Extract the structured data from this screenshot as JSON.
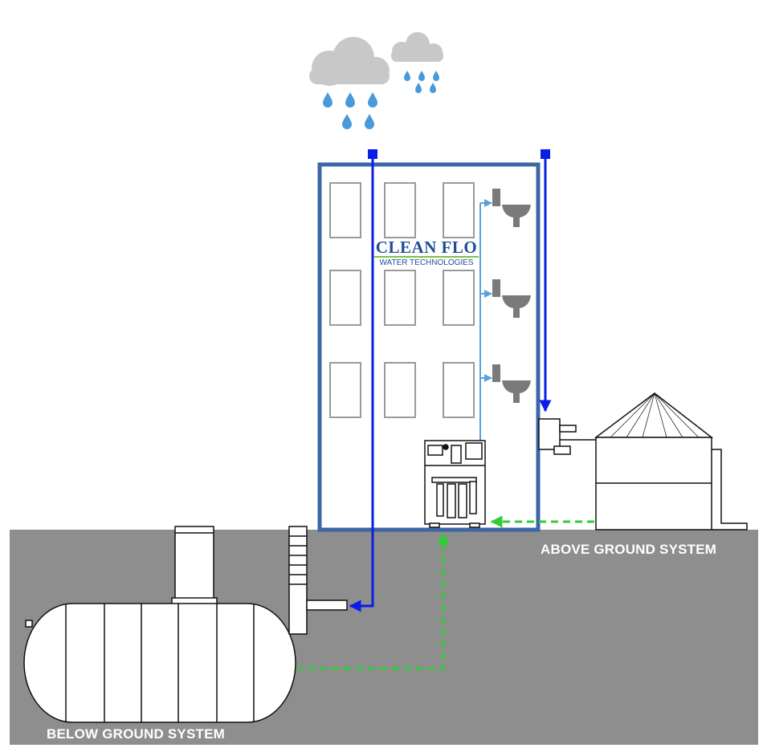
{
  "labels": {
    "above_ground": "ABOVE GROUND SYSTEM",
    "below_ground": "BELOW GROUND SYSTEM"
  },
  "logo": {
    "name": "CLEAN FLO",
    "tagline": "WATER TECHNOLOGIES"
  },
  "colors": {
    "ground": "#8e8e8e",
    "building_outline": "#3c66a6",
    "rainwater_pipe": "#0a1ee6",
    "supply_pipe": "#5aa0dc",
    "return_flow": "#33cc33",
    "cloud": "#c8c8c8",
    "raindrop": "#4a9ad8",
    "toilet": "#7a7a7a"
  }
}
